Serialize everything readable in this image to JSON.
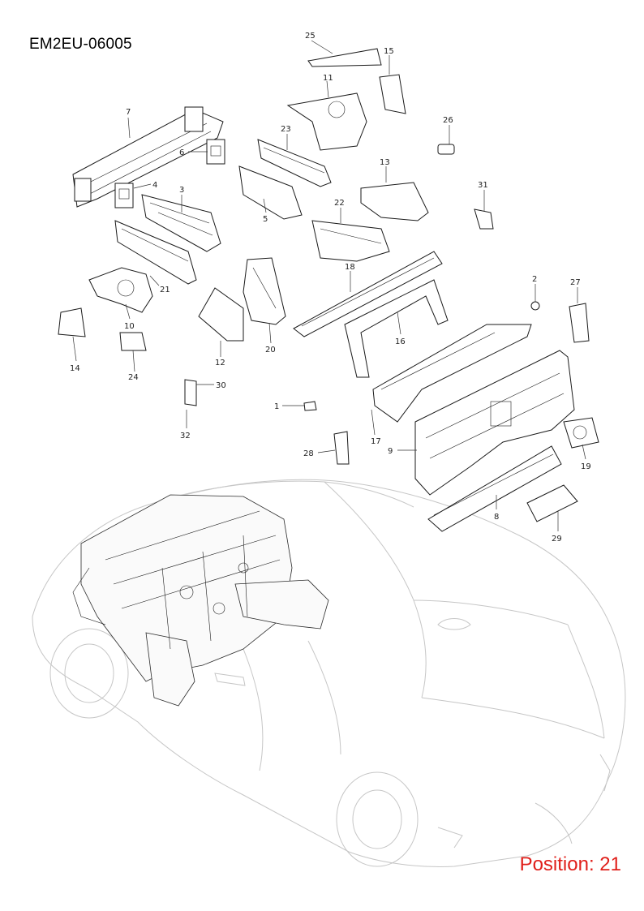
{
  "diagram_code": "EM2EU-06005",
  "position_label": "Position: 21",
  "callouts": [
    {
      "id": "c25",
      "num": "25"
    },
    {
      "id": "c15",
      "num": "15"
    },
    {
      "id": "c11",
      "num": "11"
    },
    {
      "id": "c7",
      "num": "7"
    },
    {
      "id": "c23",
      "num": "23"
    },
    {
      "id": "c26",
      "num": "26"
    },
    {
      "id": "c6",
      "num": "6"
    },
    {
      "id": "c13",
      "num": "13"
    },
    {
      "id": "c4",
      "num": "4"
    },
    {
      "id": "c3",
      "num": "3"
    },
    {
      "id": "c31",
      "num": "31"
    },
    {
      "id": "c22",
      "num": "22"
    },
    {
      "id": "c5",
      "num": "5"
    },
    {
      "id": "c18",
      "num": "18"
    },
    {
      "id": "c2",
      "num": "2"
    },
    {
      "id": "c27",
      "num": "27"
    },
    {
      "id": "c21",
      "num": "21"
    },
    {
      "id": "c10",
      "num": "10"
    },
    {
      "id": "c16",
      "num": "16"
    },
    {
      "id": "c14",
      "num": "14"
    },
    {
      "id": "c12",
      "num": "12"
    },
    {
      "id": "c20",
      "num": "20"
    },
    {
      "id": "c24",
      "num": "24"
    },
    {
      "id": "c30",
      "num": "30"
    },
    {
      "id": "c1",
      "num": "1"
    },
    {
      "id": "c32",
      "num": "32"
    },
    {
      "id": "c17",
      "num": "17"
    },
    {
      "id": "c28",
      "num": "28"
    },
    {
      "id": "c9",
      "num": "9"
    },
    {
      "id": "c19",
      "num": "19"
    },
    {
      "id": "c8",
      "num": "8"
    },
    {
      "id": "c29",
      "num": "29"
    }
  ]
}
